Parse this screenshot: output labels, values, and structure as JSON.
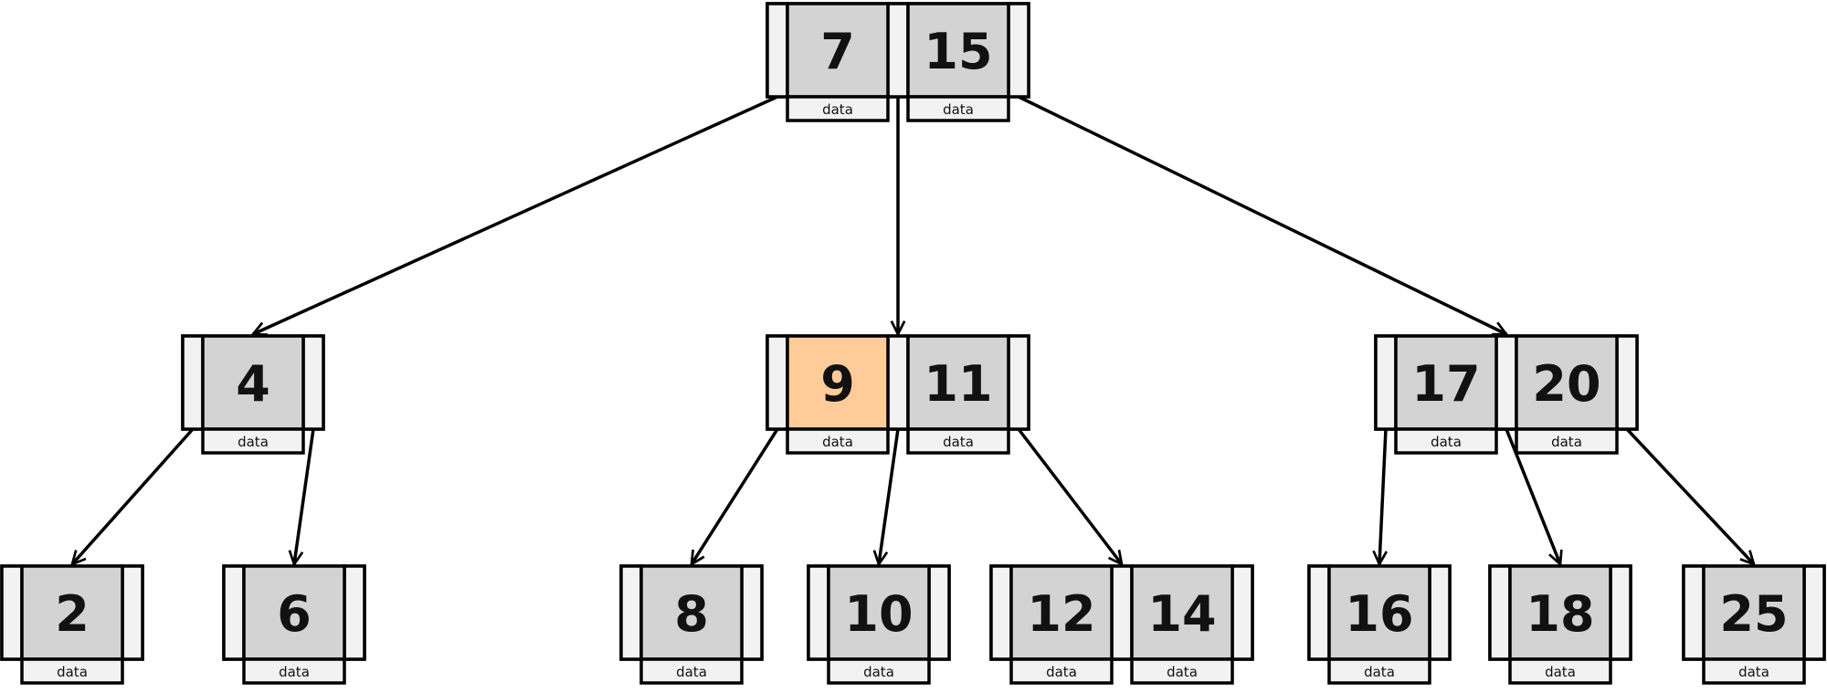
{
  "colors": {
    "key_fill": "#d3d3d3",
    "highlight_fill": "#ffcc99",
    "pointer_fill": "#f2f2f2",
    "data_fill": "#f2f2f2",
    "stroke": "#000000"
  },
  "data_label": "data",
  "tree": {
    "levels": [
      [
        {
          "id": "root",
          "keys": [
            "7",
            "15"
          ]
        }
      ],
      [
        {
          "id": "n4",
          "keys": [
            "4"
          ]
        },
        {
          "id": "n9_11",
          "keys": [
            "9",
            "11"
          ],
          "highlight": "9"
        },
        {
          "id": "n17_20",
          "keys": [
            "17",
            "20"
          ]
        }
      ],
      [
        {
          "id": "n2",
          "keys": [
            "2"
          ]
        },
        {
          "id": "n6",
          "keys": [
            "6"
          ]
        },
        {
          "id": "n8",
          "keys": [
            "8"
          ]
        },
        {
          "id": "n10",
          "keys": [
            "10"
          ]
        },
        {
          "id": "n12_14",
          "keys": [
            "12",
            "14"
          ]
        },
        {
          "id": "n16",
          "keys": [
            "16"
          ]
        },
        {
          "id": "n18",
          "keys": [
            "18"
          ]
        },
        {
          "id": "n25",
          "keys": [
            "25"
          ]
        }
      ]
    ],
    "edges": [
      {
        "from": "root",
        "pointer": 0,
        "to": "n4"
      },
      {
        "from": "root",
        "pointer": 1,
        "to": "n9_11"
      },
      {
        "from": "root",
        "pointer": 2,
        "to": "n17_20"
      },
      {
        "from": "n4",
        "pointer": 0,
        "to": "n2"
      },
      {
        "from": "n4",
        "pointer": 1,
        "to": "n6"
      },
      {
        "from": "n9_11",
        "pointer": 0,
        "to": "n8"
      },
      {
        "from": "n9_11",
        "pointer": 1,
        "to": "n10"
      },
      {
        "from": "n9_11",
        "pointer": 2,
        "to": "n12_14"
      },
      {
        "from": "n17_20",
        "pointer": 0,
        "to": "n16"
      },
      {
        "from": "n17_20",
        "pointer": 1,
        "to": "n18"
      },
      {
        "from": "n17_20",
        "pointer": 2,
        "to": "n25"
      }
    ]
  }
}
